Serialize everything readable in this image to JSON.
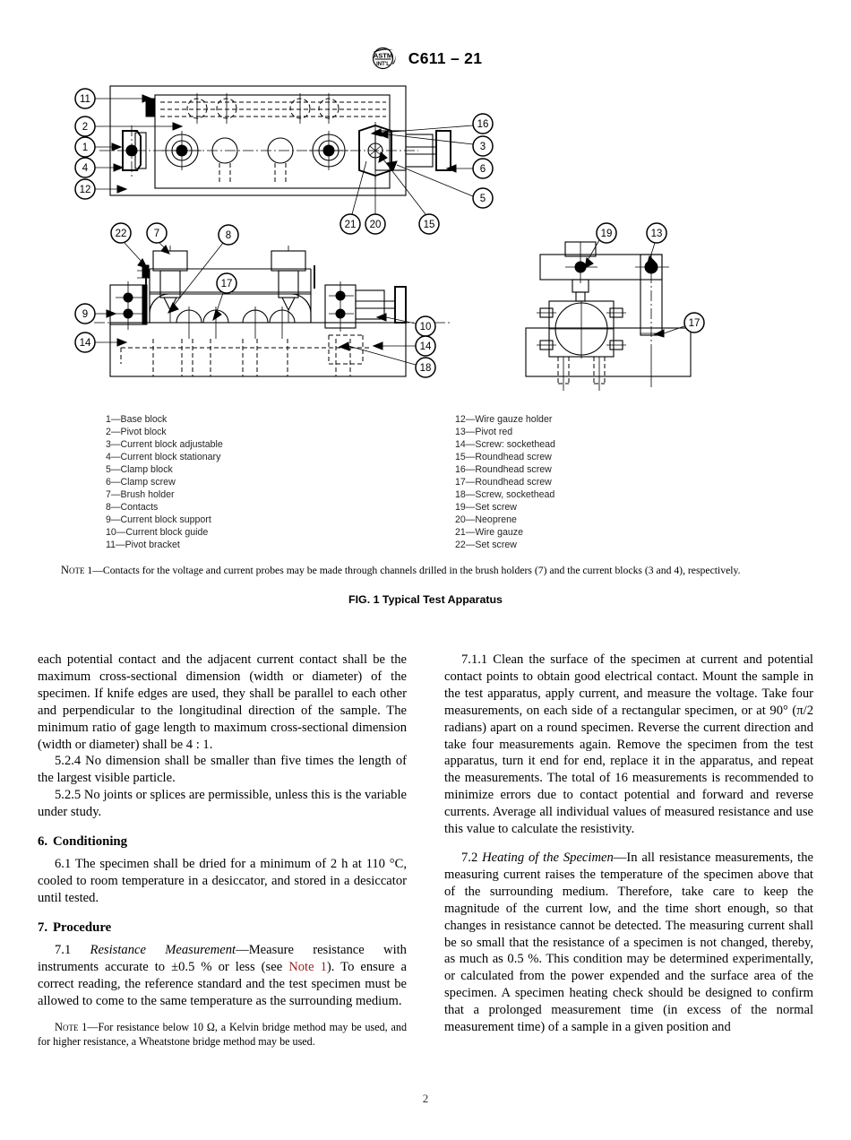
{
  "header": {
    "logo_icon": "astm-logo-icon",
    "standard_id": "C611 – 21"
  },
  "figure": {
    "caption": "FIG. 1 Typical Test Apparatus",
    "note_label": "Note",
    "note_number": "1",
    "note_text": "—Contacts for the voltage and current probes may be made through channels drilled in the brush holders (7) and the current blocks (3 and 4), respectively.",
    "callouts": [
      "1",
      "2",
      "3",
      "4",
      "5",
      "6",
      "7",
      "8",
      "9",
      "10",
      "11",
      "12",
      "13",
      "14",
      "15",
      "16",
      "17",
      "18",
      "19",
      "20",
      "21",
      "22"
    ],
    "legend_left": [
      {
        "num": "1",
        "label": "Base block"
      },
      {
        "num": "2",
        "label": "Pivot block"
      },
      {
        "num": "3",
        "label": "Current block adjustable"
      },
      {
        "num": "4",
        "label": "Current block stationary"
      },
      {
        "num": "5",
        "label": "Clamp block"
      },
      {
        "num": "6",
        "label": "Clamp screw"
      },
      {
        "num": "7",
        "label": "Brush holder"
      },
      {
        "num": "8",
        "label": "Contacts"
      },
      {
        "num": "9",
        "label": "Current block support"
      },
      {
        "num": "10",
        "label": "Current block guide"
      },
      {
        "num": "11",
        "label": "Pivot bracket"
      }
    ],
    "legend_right": [
      {
        "num": "12",
        "label": "Wire gauze holder"
      },
      {
        "num": "13",
        "label": "Pivot red"
      },
      {
        "num": "14",
        "label": "Screw: sockethead"
      },
      {
        "num": "15",
        "label": "Roundhead screw"
      },
      {
        "num": "16",
        "label": "Roundhead screw"
      },
      {
        "num": "17",
        "label": "Roundhead screw"
      },
      {
        "num": "18",
        "label": "Screw, sockethead"
      },
      {
        "num": "19",
        "label": "Set screw"
      },
      {
        "num": "20",
        "label": "Neoprene"
      },
      {
        "num": "21",
        "label": "Wire gauze"
      },
      {
        "num": "22",
        "label": "Set screw"
      }
    ]
  },
  "body": {
    "left": {
      "para_continued": "each potential contact and the adjacent current contact shall be the maximum cross-sectional dimension (width or diameter) of the specimen. If knife edges are used, they shall be parallel to each other and perpendicular to the longitudinal direction of the sample. The minimum ratio of gage length to maximum cross-sectional dimension (width or diameter) shall be 4 : 1.",
      "para_524": "5.2.4 No dimension shall be smaller than five times the length of the largest visible particle.",
      "para_525": "5.2.5 No joints or splices are permissible, unless this is the variable under study.",
      "heading_6_num": "6.",
      "heading_6_title": "Conditioning",
      "para_61": "6.1 The specimen shall be dried for a minimum of 2 h at 110 °C, cooled to room temperature in a desiccator, and stored in a desiccator until tested.",
      "heading_7_num": "7.",
      "heading_7_title": "Procedure",
      "para_71_num": "7.1",
      "para_71_italic": "Resistance Measurement",
      "para_71_a": "—Measure resistance with instruments accurate to ±0.5 % or less (see ",
      "para_71_link": "Note 1",
      "para_71_b": "). To ensure a correct reading, the reference standard and the test specimen must be allowed to come to the same temperature as the surrounding medium.",
      "note_label": "Note",
      "note_number": "1",
      "note_text": "—For resistance below 10 Ω, a Kelvin bridge method may be used, and for higher resistance, a Wheatstone bridge method may be used."
    },
    "right": {
      "para_711": "7.1.1 Clean the surface of the specimen at current and potential contact points to obtain good electrical contact. Mount the sample in the test apparatus, apply current, and measure the voltage. Take four measurements, on each side of a rectangular specimen, or at 90° (π/2 radians) apart on a round specimen. Reverse the current direction and take four measurements again. Remove the specimen from the test apparatus, turn it end for end, replace it in the apparatus, and repeat the measurements. The total of 16 measurements is recommended to minimize errors due to contact potential and forward and reverse currents. Average all individual values of measured resistance and use this value to calculate the resistivity.",
      "para_72_num": "7.2",
      "para_72_italic": "Heating of the Specimen",
      "para_72_text": "—In all resistance measurements, the measuring current raises the temperature of the specimen above that of the surrounding medium. Therefore, take care to keep the magnitude of the current low, and the time short enough, so that changes in resistance cannot be detected. The measuring current shall be so small that the resistance of a specimen is not changed, thereby, as much as 0.5 %. This condition may be determined experimentally, or calculated from the power expended and the surface area of the specimen. A specimen heating check should be designed to confirm that a prolonged measurement time (in excess of the normal measurement time) of a sample in a given position and"
    }
  },
  "footer": {
    "page_number": "2"
  }
}
